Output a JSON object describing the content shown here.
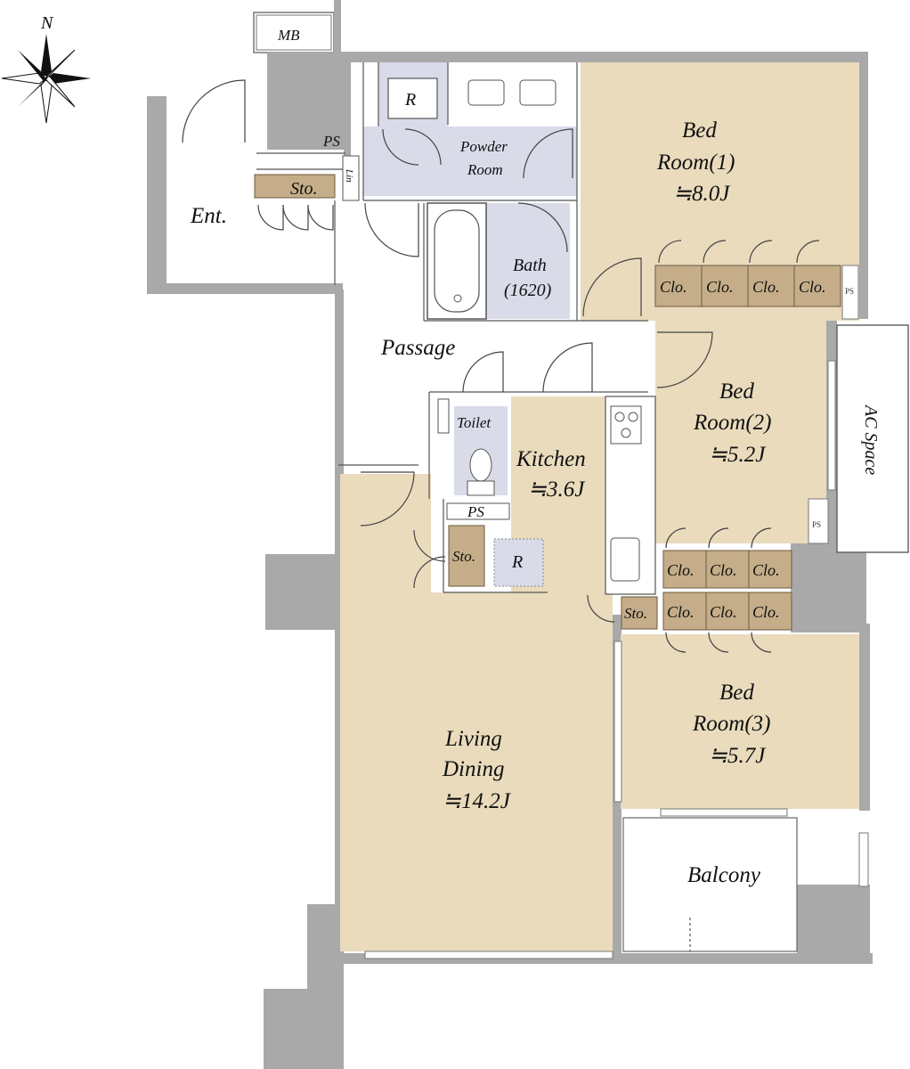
{
  "compass": {
    "north_label": "N"
  },
  "rooms": {
    "mb": "MB",
    "ps_top": "PS",
    "lin": "Lin",
    "sto_entrance": "Sto.",
    "entrance": "Ent.",
    "refrigerator_top": "R",
    "powder_room_line1": "Powder",
    "powder_room_line2": "Room",
    "bath_line1": "Bath",
    "bath_line2": "(1620)",
    "bed1_line1": "Bed",
    "bed1_line2": "Room(1)",
    "bed1_size": "≒8.0J",
    "clo": "Clo.",
    "ps_small": "PS",
    "passage": "Passage",
    "toilet": "Toilet",
    "ps_toilet": "PS",
    "kitchen_line1": "Kitchen",
    "kitchen_size": "≒3.6J",
    "sto_kitchen": "Sto.",
    "refrigerator_kitchen": "R",
    "sto_small": "Sto.",
    "bed2_line1": "Bed",
    "bed2_line2": "Room(2)",
    "bed2_size": "≒5.2J",
    "ac_space": "AC Space",
    "bed3_line1": "Bed",
    "bed3_line2": "Room(3)",
    "bed3_size": "≒5.7J",
    "living_line1": "Living",
    "living_line2": "Dining",
    "living_size": "≒14.2J",
    "balcony": "Balcony"
  },
  "colors": {
    "wall": "#a9a9a9",
    "room_tan": "#e9dbbc",
    "room_blue": "#d9dbe9",
    "storage": "#c4ad88"
  }
}
